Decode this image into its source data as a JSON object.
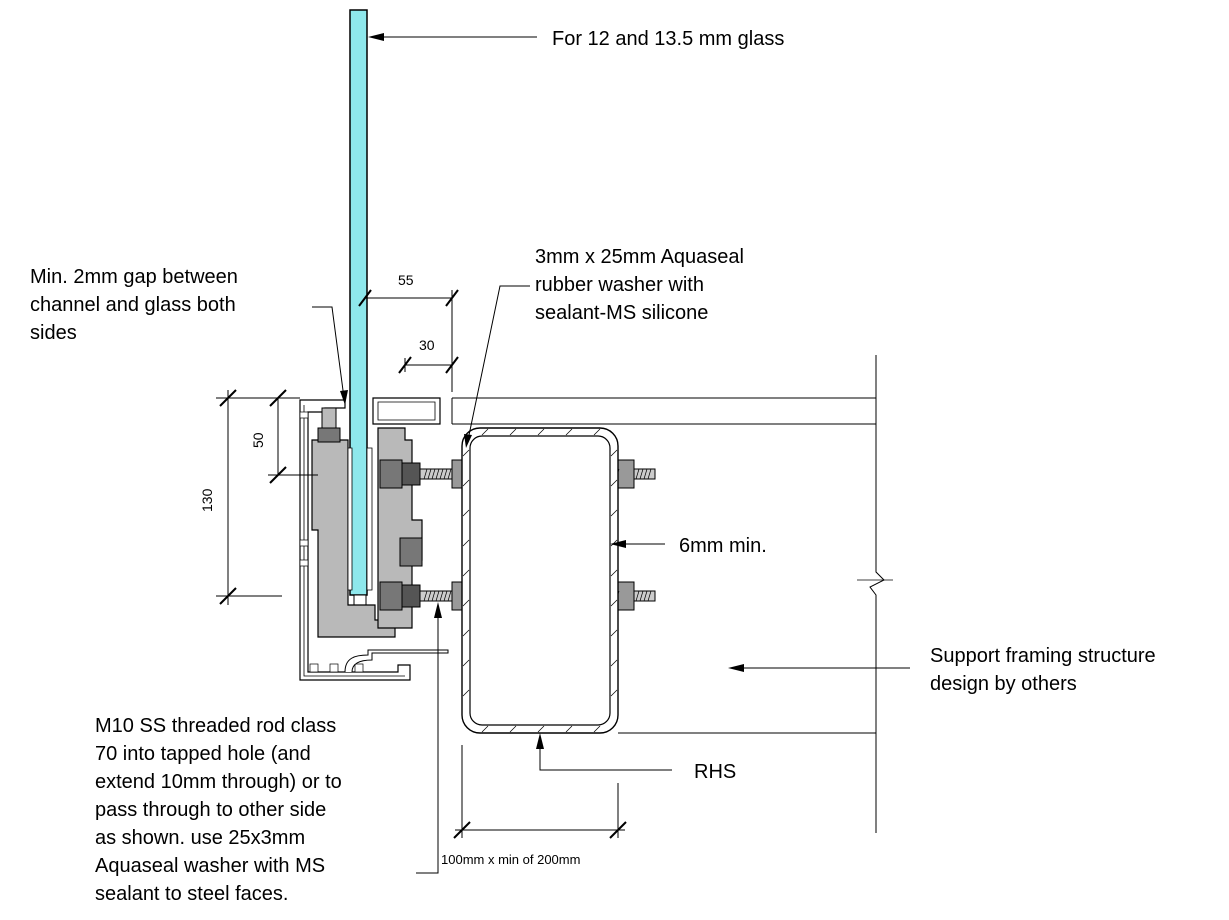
{
  "annotations": {
    "glass_note": "For 12 and 13.5 mm glass",
    "gap_note": [
      "Min. 2mm gap between",
      "channel and glass both",
      "sides"
    ],
    "washer_note": [
      "3mm x 25mm Aquaseal",
      "rubber washer with",
      "sealant-MS silicone"
    ],
    "wall_note": "6mm min.",
    "framing_note": [
      "Support framing structure",
      "design by others"
    ],
    "rod_note": [
      "M10 SS threaded rod class",
      "70 into tapped hole (and",
      "extend 10mm through) or to",
      "pass through to other side",
      "as shown. use 25x3mm",
      "Aquaseal washer with MS",
      "sealant to steel faces."
    ],
    "rhs_note": "RHS"
  },
  "dimensions": {
    "dim_55": "55",
    "dim_30": "30",
    "dim_50": "50",
    "dim_130": "130",
    "dim_rhs": "100mm x min of 200mm"
  },
  "colors": {
    "glass_fill": "#8ee8ec",
    "channel_fill": "#b9b9b9",
    "steel_fill": "#ffffff",
    "line": "#000000"
  }
}
